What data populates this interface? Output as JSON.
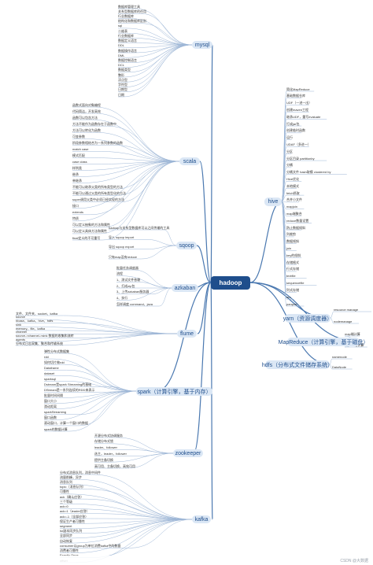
{
  "root": "hadoop",
  "branches": {
    "mysql": "mysql",
    "scala": "scala",
    "sqoop": "sqoop",
    "azkaban": "azkaban",
    "flume": "flume",
    "spark": "spark（计算引擎，基于内存）",
    "zookeeper": "zookeeper",
    "kafka": "kafka",
    "hive": "hive",
    "yarn": "yarn（资源调度器）",
    "mapreduce": "MapReduce（计算引擎，基于磁盘）",
    "hdfs": "hdfs（分布式文件储存系统）"
  },
  "mysql_items": [
    "数据库管理工具",
    "关系型数据库的任用",
    "行业数据库",
    "结构化和数据库区别",
    "sql",
    "二维表",
    "行业数据库",
    "数据定义语言",
    "DDL",
    "数据操作语言",
    "DML",
    "数据控制语言",
    "DCL",
    "数据类型",
    "整形",
    "浮点型",
    "字符型",
    "日期型",
    "日期"
  ],
  "scala_items": [
    "函数式面向对象编程",
    "代码简洁，开发高效",
    "函数可以包含方法",
    "方法不能作为函数存在于函数中",
    "方法可以转化为函数",
    "可变参数",
    "阶段参数相结合为一系列参数的函数",
    "match case",
    "模式匹配",
    "case class",
    "样例类",
    "继承",
    "单继承",
    "不能可以继承父类的所有类型的方法",
    "不能可以通过父类的所有类型化的方法",
    "super调用父类中必须已经实现的方法",
    "接口",
    "extends",
    "特质",
    "可以定义抽象的方法和属性",
    "可以定义具体方法和属性",
    "final定义的不可重写"
  ],
  "sqoop_items": [
    "hadoop与关系型数据库可以之间传输的工具",
    "导入 sqoop import",
    "导出 sqoop export",
    "只有map没有reduce"
  ],
  "azkaban_items": [
    "批量任务调度器",
    "流程",
    "1、测试文件依赖",
    "2、打成zip包",
    "3、上传azkaban服务器",
    "4、执行",
    "怎样调度 command、java"
  ],
  "flume_items": [
    "文件、文件夹、socket、kafka",
    "source",
    "hbase、kafka、hive、hdfs",
    "sink",
    "memory、file、kafka",
    "channel",
    "source->channel->sink 数据的收集和流转",
    "agents",
    "分布式日志采集、聚合和传输系统"
  ],
  "spark_items": [
    "弹性分布式数据集",
    "rdd",
    "如何切片做rdd",
    "Dataframe",
    "dataset",
    "sparksql",
    "Dstream是spark Streaming的基础",
    "DStream是一系列连续的RDD来表示",
    "批量时间间隔",
    "窗口大小",
    "滑动距离",
    "sparkStreaming",
    "窗口函数",
    "滚动窗口，计算一个窗口的数据",
    "spark的数据计算"
  ],
  "zookeeper_items": [
    "开源分布式协调服务",
    "存储分布式锁",
    "leader、follower",
    "选主，leader，follower",
    "提供主备切换",
    "高可用、主备切换，高效可用"
  ],
  "kafka_items": [
    "分布式消息队列，消息中间件",
    "流量削峰，异步",
    "消息队列",
    "topic（消息队列）",
    "可靠性",
    "ack（确认应答）",
    "三个等级",
    "ack=0",
    "ack=1（leader应答）",
    "ack=-1（全部应答）",
    "保证生产者可靠性",
    "segment",
    "isr副本同步队列",
    "全部同步",
    "自动恢复",
    "consumer以group为单位消费kafka中的数据",
    "消费者可靠性",
    "Exactly Once",
    "offset"
  ],
  "hive_items": [
    "简化MapReduce",
    "基础数据仓库",
    "UDF（一进一出）",
    "创建maven工程",
    "继承UDF，重写evaluate",
    "打成jar包",
    "创建临时函数",
    "运行",
    "UDAF（多进一）",
    "分区",
    "分区目录 partitionby",
    "分桶",
    "分桶文件 hash取模 clustered by",
    "Hive优化",
    "本地模式",
    "fetch抓取",
    "合并小文件",
    "mapjoin",
    "map端聚合",
    "reduce数量设置",
    "防止数据倾斜",
    "列裁剪",
    "数据倾斜",
    "join",
    "key的倾斜",
    "存储格式",
    "行式存储",
    "textfile",
    "sequencefile",
    "列式存储",
    "orc",
    "parquet"
  ],
  "yarn_items": [
    "resource manage",
    "nodemanage"
  ],
  "mapreduce_items": [
    "map端计算",
    "reduce端计算"
  ],
  "hdfs_items": [
    "namenode",
    "DataNode"
  ],
  "watermark": "CSDN @大数据"
}
